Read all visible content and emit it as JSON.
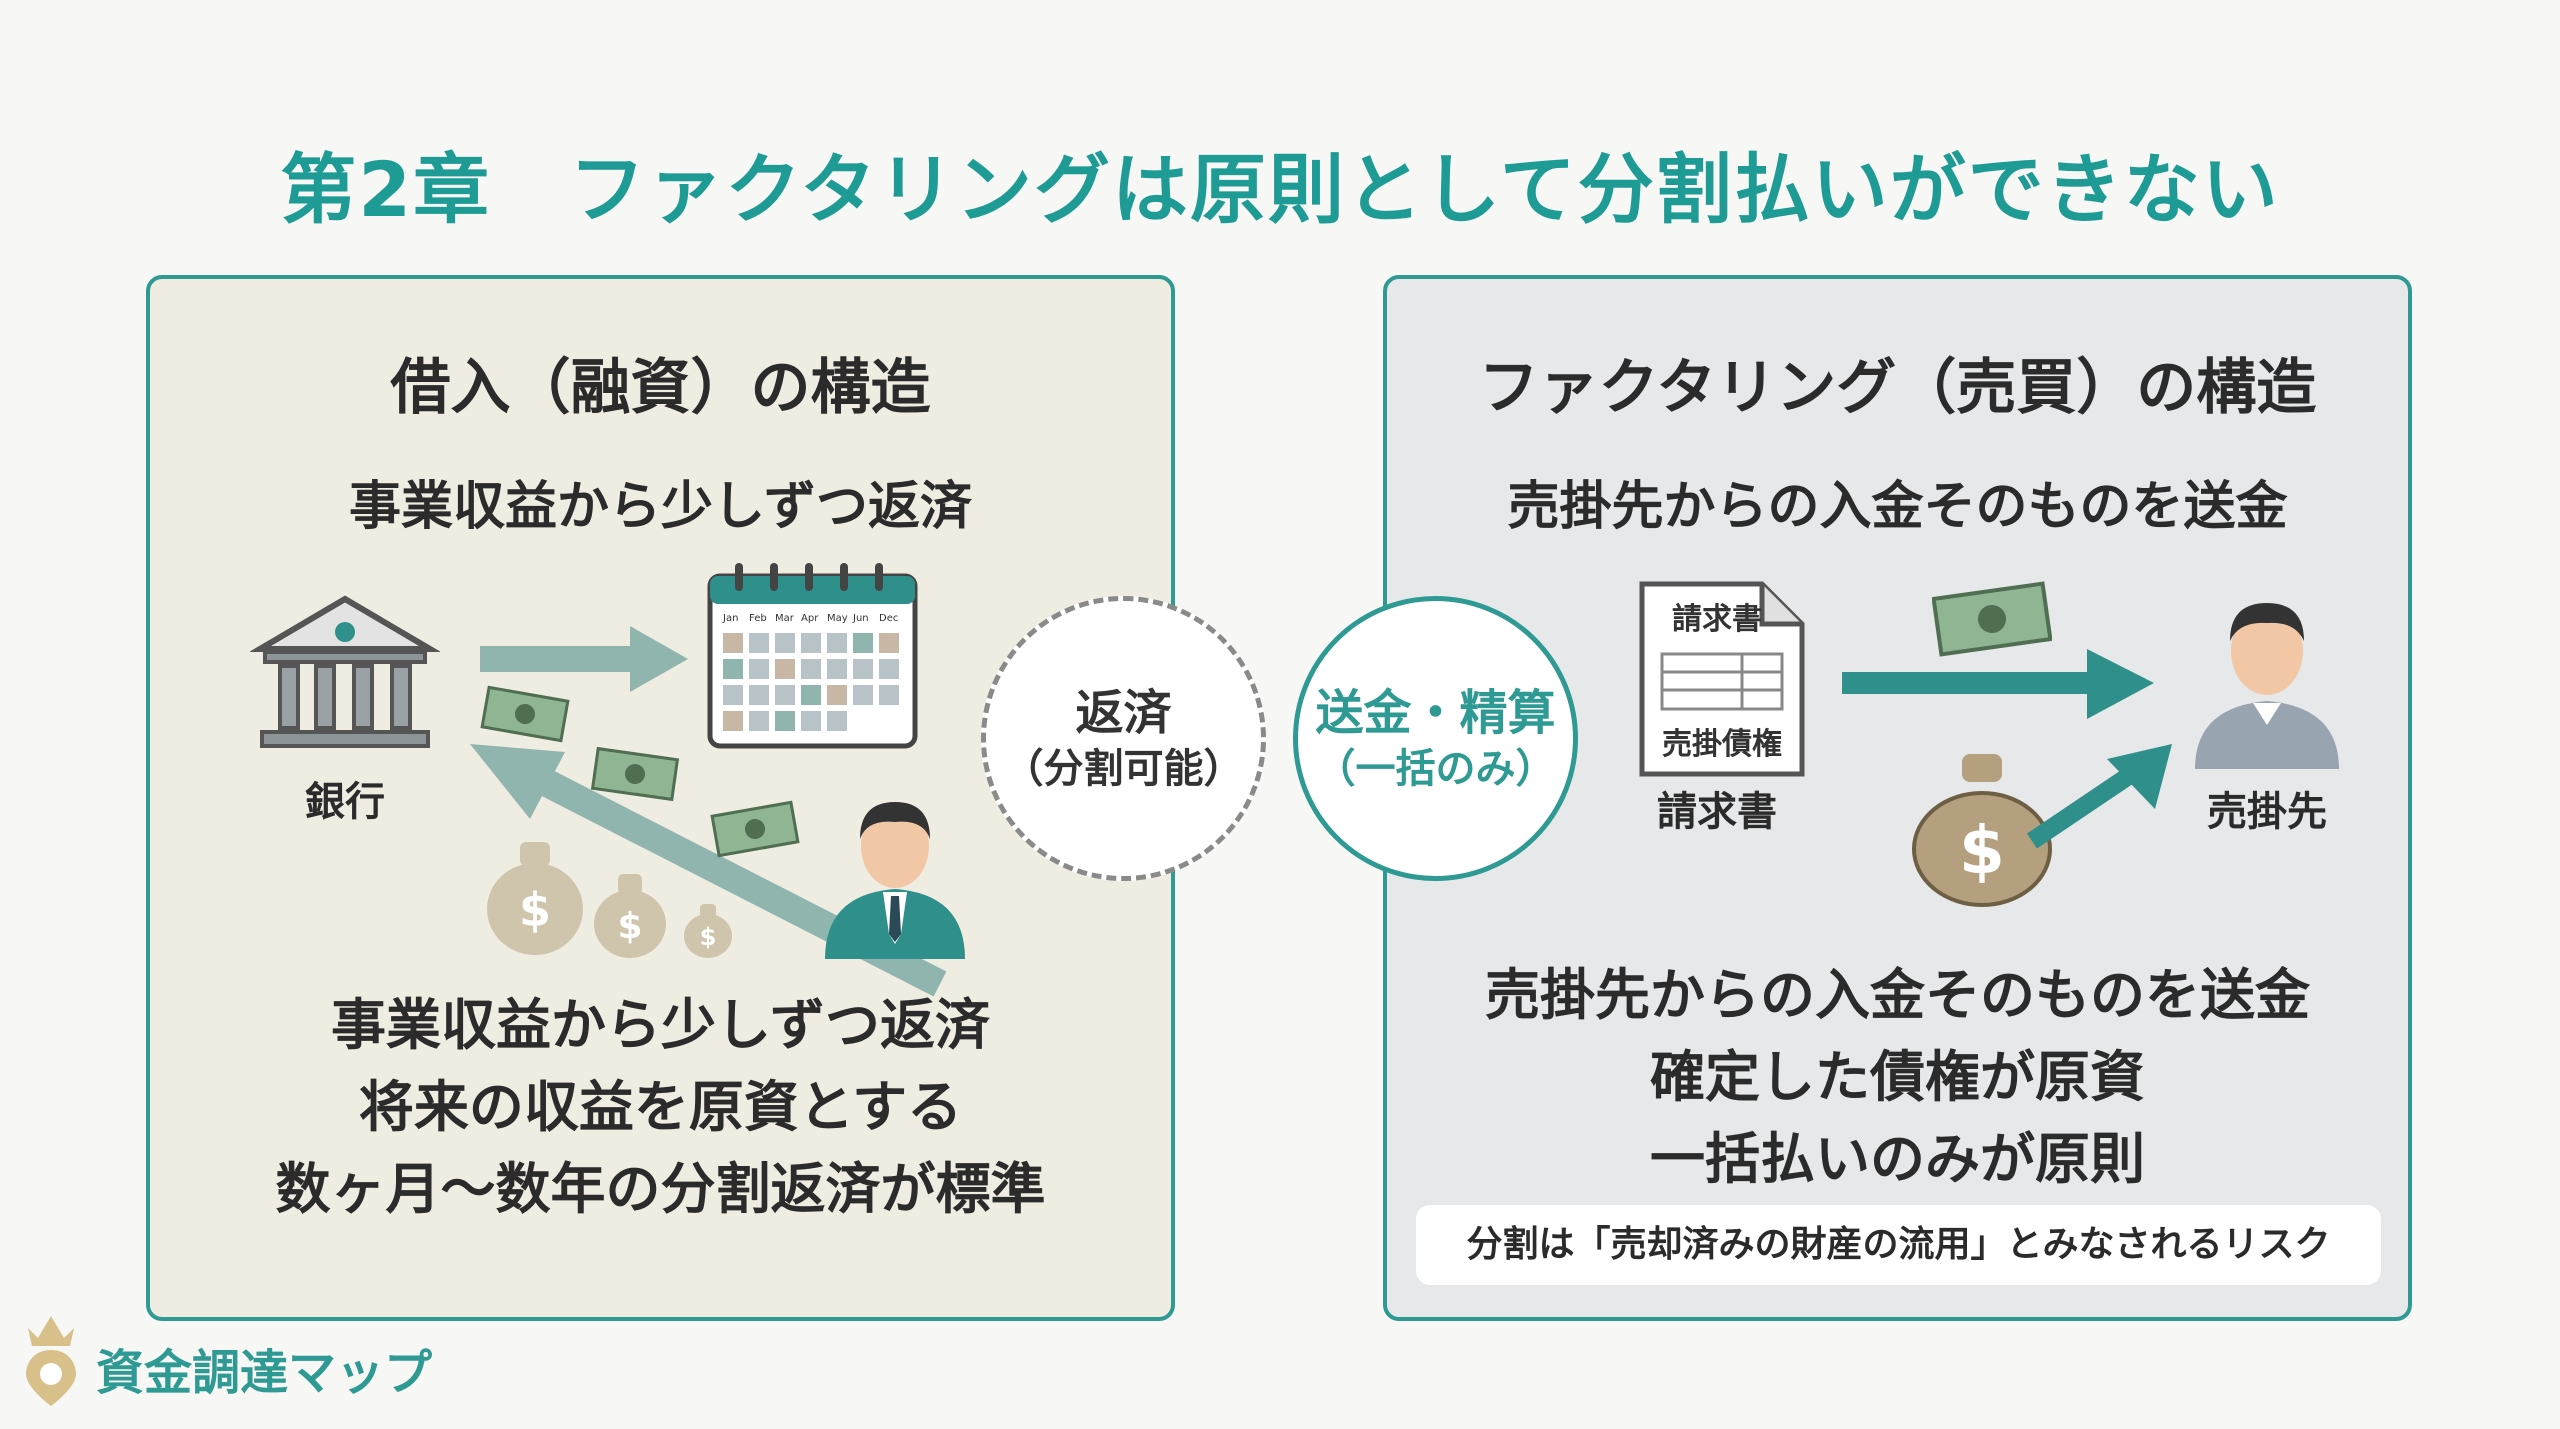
{
  "title": "第2章　ファクタリングは原則として分割払いができない",
  "left_panel": {
    "title": "借入（融資）の構造",
    "subtitle": "事業収益から少しずつ返済",
    "bank_label": "銀行",
    "calendar_months": [
      "Jan",
      "Feb",
      "Mar",
      "Apr",
      "May",
      "Jun",
      "Dec"
    ],
    "lines": [
      "事業収益から少しずつ返済",
      "将来の収益を原資とする",
      "数ヶ月〜数年の分割返済が標準"
    ]
  },
  "center": {
    "left_circle_main": "返済",
    "left_circle_sub": "（分割可能）",
    "right_circle_main": "送金・精算",
    "right_circle_sub": "（一括のみ）"
  },
  "right_panel": {
    "title": "ファクタリング（売買）の構造",
    "subtitle": "売掛先からの入金そのものを送金",
    "invoice_doc_title": "請求書",
    "invoice_doc_sub": "売掛債権",
    "invoice_label": "請求書",
    "customer_label": "売掛先",
    "lines": [
      "売掛先からの入金そのものを送金",
      "確定した債権が原資",
      "一括払いのみが原則"
    ],
    "note": "分割は「売却済みの財産の流用」とみなされるリスク"
  },
  "brand": {
    "name": "資金調達マップ"
  },
  "colors": {
    "accent": "#2f9a93",
    "left_bg": "#efece2",
    "right_bg": "#e6e8e9"
  }
}
